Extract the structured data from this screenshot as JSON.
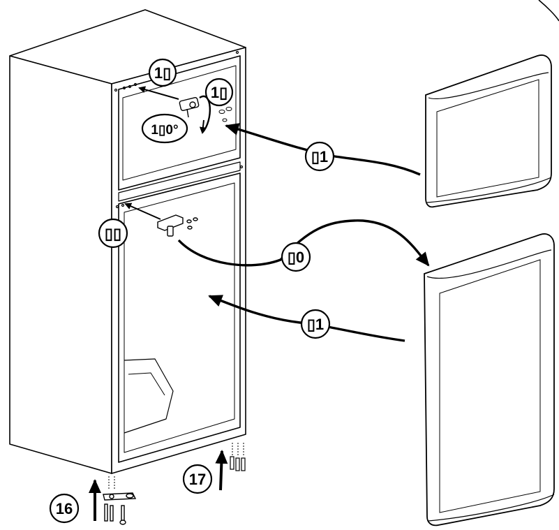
{
  "callouts": {
    "step_18_top": "1▯",
    "step_19": "1▯",
    "rotate_180": "1▯0°",
    "step_21_top": "▯1",
    "step_22": "▯▯",
    "step_20": "▯0",
    "step_21_bottom": "▯1",
    "step_16": "16",
    "step_17": "17"
  },
  "colors": {
    "line": "#000000",
    "background": "#ffffff"
  }
}
